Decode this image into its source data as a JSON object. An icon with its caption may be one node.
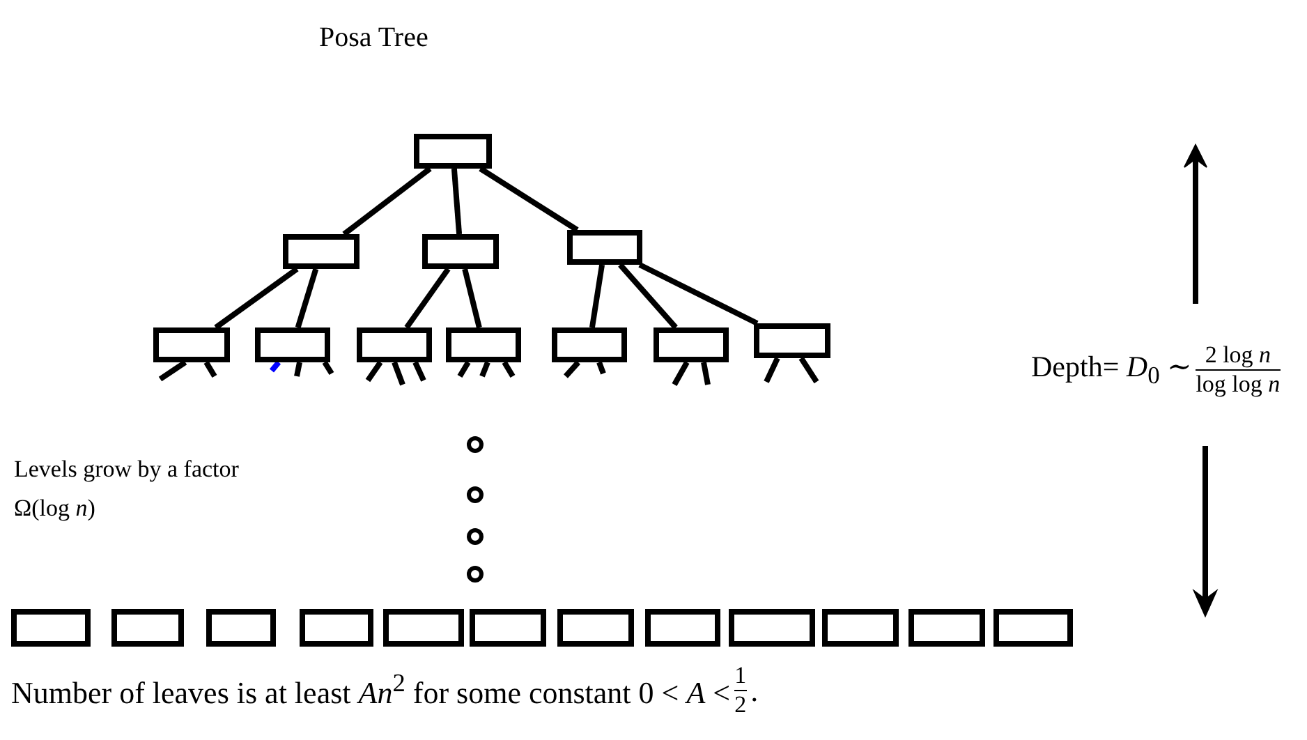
{
  "diagram": {
    "title": "Posa Tree",
    "caption": "Number of leaves is at least *An*$^{2}$ for some constant 0 < *A* <",
    "nodes": [
      {
        "text": [],
        "shape": "box"
      },
      {
        "text": [],
        "shape": "box"
      },
      {
        "text": [],
        "shape": "box"
      },
      {
        "text": [],
        "shape": "box"
      },
      {
        "text": [],
        "shape": "box"
      },
      {
        "text": [],
        "shape": "box"
      },
      {
        "text": [],
        "shape": "box"
      },
      {
        "text": [],
        "shape": "box"
      },
      {
        "text": [],
        "shape": "box"
      },
      {
        "text": [],
        "shape": "box"
      },
      {
        "text": [],
        "shape": "box"
      },
      {
        "text": [],
        "shape": "box"
      },
      {
        "text": [],
        "shape": "box"
      },
      {
        "text": [],
        "shape": "box"
      },
      {
        "text": [],
        "shape": "box"
      },
      {
        "text": [],
        "shape": "box"
      },
      {
        "text": [],
        "shape": "box"
      },
      {
        "text": [],
        "shape": "box"
      },
      {
        "text": [],
        "shape": "box"
      },
      {
        "text": [],
        "shape": "box"
      },
      {
        "text": [],
        "shape": "box"
      },
      {
        "text": [],
        "shape": "box"
      },
      {
        "text": [],
        "shape": "box"
      }
    ],
    "edges": [
      {
        "from": 0,
        "to": 1,
        "arrow": "none"
      },
      {
        "from": 0,
        "to": 2,
        "arrow": "none"
      },
      {
        "from": 0,
        "to": 3,
        "arrow": "none"
      },
      {
        "from": 1,
        "to": 4,
        "arrow": "none"
      },
      {
        "from": 1,
        "to": 5,
        "arrow": "none"
      },
      {
        "from": 2,
        "to": 6,
        "arrow": "none"
      },
      {
        "from": 2,
        "to": 7,
        "arrow": "none"
      },
      {
        "from": 3,
        "to": 8,
        "arrow": "none"
      },
      {
        "from": 3,
        "to": 9,
        "arrow": "none"
      },
      {
        "from": 3,
        "to": 10,
        "arrow": "none"
      },
      {
        "from": 4,
        "to": null,
        "arrow": "none"
      },
      {
        "from": 4,
        "to": null,
        "arrow": "none"
      },
      {
        "from": 5,
        "to": null,
        "arrow": "none",
        "color": "#0000ff"
      },
      {
        "from": 5,
        "to": null,
        "arrow": "none"
      },
      {
        "from": 5,
        "to": null,
        "arrow": "none"
      },
      {
        "from": 6,
        "to": null,
        "arrow": "none"
      },
      {
        "from": 6,
        "to": null,
        "arrow": "none"
      },
      {
        "from": 6,
        "to": null,
        "arrow": "none"
      },
      {
        "from": 7,
        "to": null,
        "arrow": "none"
      },
      {
        "from": 7,
        "to": null,
        "arrow": "none"
      },
      {
        "from": 7,
        "to": null,
        "arrow": "none"
      },
      {
        "from": 8,
        "to": null,
        "arrow": "none"
      },
      {
        "from": 8,
        "to": null,
        "arrow": "none"
      },
      {
        "from": 9,
        "to": null,
        "arrow": "none"
      },
      {
        "from": 9,
        "to": null,
        "arrow": "none"
      },
      {
        "from": 10,
        "to": null,
        "arrow": "none"
      },
      {
        "from": 10,
        "to": null,
        "arrow": "none"
      }
    ],
    "labels": [
      "Levels grow by a factor Ω(log *n*)",
      "Depth= *D*$_{0}$ ∼",
      "2 log *n*",
      "log log *n*",
      "1",
      "2",
      "."
    ]
  }
}
